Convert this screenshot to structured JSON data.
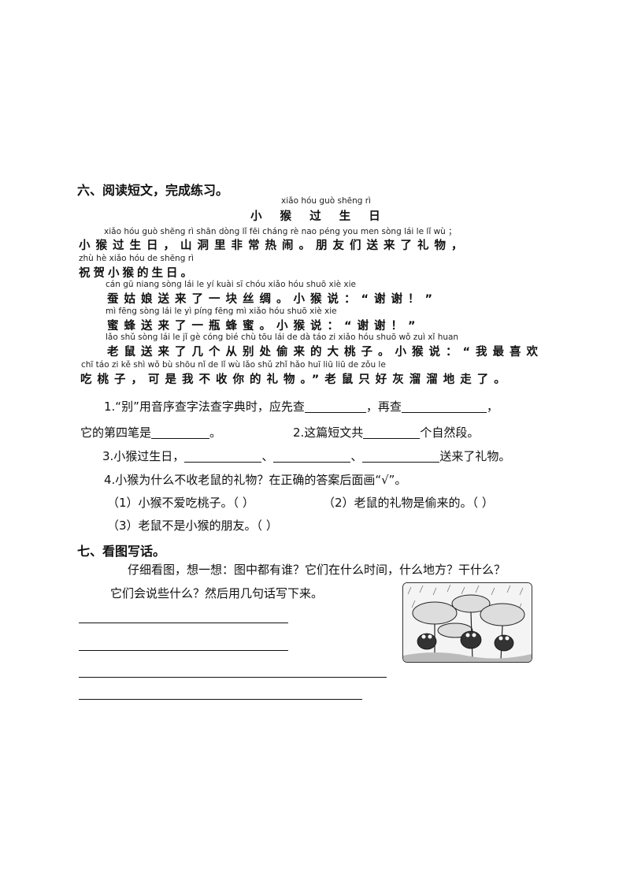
{
  "section6": {
    "heading": "六、阅读短文，完成练习。",
    "title_pinyin": "xiǎo hóu guò shēng rì",
    "title": "小 猴 过 生 日",
    "lines": [
      {
        "pinyin": "xiǎo hóu guò shēng  rì    shān dòng  lǐ  fēi  cháng  rè  nao    péng you men sòng lái  le  lǐ  wù  ；",
        "text": "小猴过生日，山洞里非常热闹。朋友们送来了礼物，"
      },
      {
        "pinyin": "zhù hè xiǎo hóu de shēng  rì",
        "text": "祝贺小猴的生日。"
      },
      {
        "pinyin": "cán gū niang sòng lái  le   yí  kuài  sī  chóu     xiǎo hóu shuō     xiè xie",
        "text": "蚕姑娘送来了一块丝绸。小猴说：“谢谢！”"
      },
      {
        "pinyin": "mì fēng sòng lái  le   yì píng fēng mì     xiǎo hóu shuō     xiè xie",
        "text": "蜜蜂送来了一瓶蜂蜜。小猴说：“谢谢！”"
      },
      {
        "pinyin": "lǎo shǔ sòng lái  le   jǐ   gè cóng bié chù tōu lái de dà táo zi     xiǎo hóu shuō     wǒ zuì  xǐ huan",
        "text": "老鼠送来了几个从别处偷来的大桃子。小猴说：“我最喜欢"
      },
      {
        "pinyin": "chī táo  zi    kě  shì wǒ bù shōu nǐ  de  lǐ  wù     lǎo shǔ zhǐ hǎo huī liū liū de zǒu le",
        "text": "吃桃子，可是我不收你的礼物。”老鼠只好灰溜溜地走了。"
      }
    ],
    "q1_a": "1.“别”用音序查字法查字典时，应先查",
    "q1_b": "，再查",
    "q1_c": "，",
    "q1_d": "它的第四笔是",
    "q1_e": "。",
    "q2_a": "2.这篇短文共",
    "q2_b": "个自然段。",
    "q3_a": "3.小猴过生日，",
    "q3_b": "、",
    "q3_c": "、",
    "q3_d": "送来了礼物。",
    "q4": "4.小猴为什么不收老鼠的礼物？在正确的答案后面画“√”。",
    "opt1": "（1）小猴不爱吃桃子。（          ）",
    "opt2": "（2）老鼠的礼物是偷来的。（          ）",
    "opt3": "（3）老鼠不是小猴的朋友。（          ）"
  },
  "section7": {
    "heading": "七、看图写话。",
    "prompt1": "仔细看图，想一想：图中都有谁？它们在什么时间，什么地方？干什么？",
    "prompt2": "它们会说些什么？然后用几句话写下来。"
  }
}
